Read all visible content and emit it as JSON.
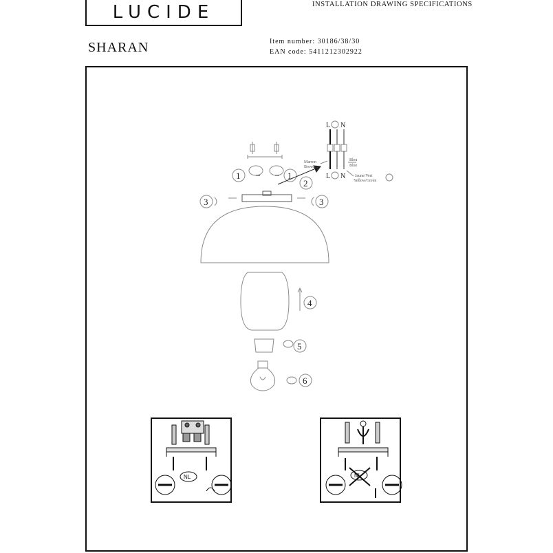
{
  "header": {
    "logo_text": "LUCIDE",
    "title": "INSTALLATION DRAWING SPECIFICATIONS"
  },
  "product": {
    "name": "SHARAN",
    "item_number": "Item number: 30186/38/30",
    "ean_code": "EAN code: 5411212302922"
  },
  "wiring": {
    "top_L": "L",
    "top_N": "N",
    "bottom_L": "L",
    "bottom_N": "N",
    "left_label_1": "Marron",
    "left_label_2": "Brown",
    "right_label_1": "Bleu",
    "right_label_2": "Blue",
    "ground_label_1": "Jaune/Vert",
    "ground_label_2": "Yellow/Green"
  },
  "steps": {
    "s1a": "1",
    "s1b": "1",
    "s2": "2",
    "s3a": "3",
    "s3b": "3",
    "s4": "4",
    "s5": "5",
    "s6": "6"
  },
  "insets": {
    "left_badge": "NL",
    "right_badge": "NL"
  }
}
